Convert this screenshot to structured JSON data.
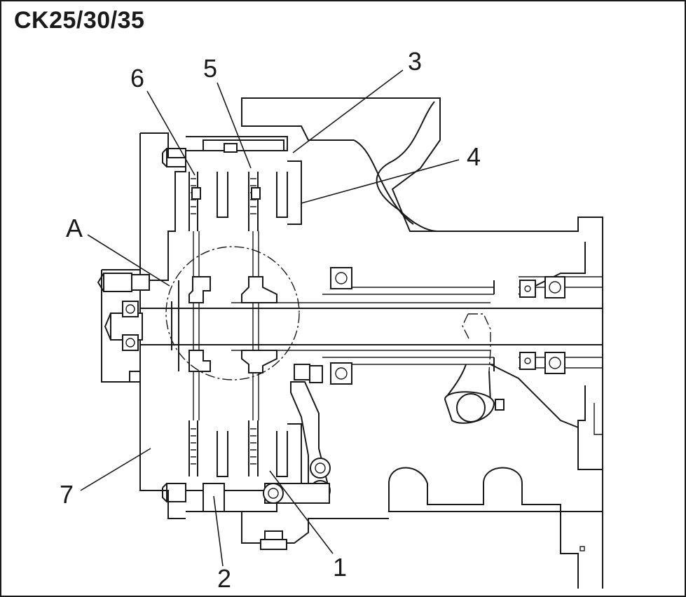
{
  "title": "CK25/30/35",
  "callouts": {
    "c1": "1",
    "c2": "2",
    "c3": "3",
    "c4": "4",
    "c5": "5",
    "c6": "6",
    "c7": "7",
    "cA": "A"
  }
}
